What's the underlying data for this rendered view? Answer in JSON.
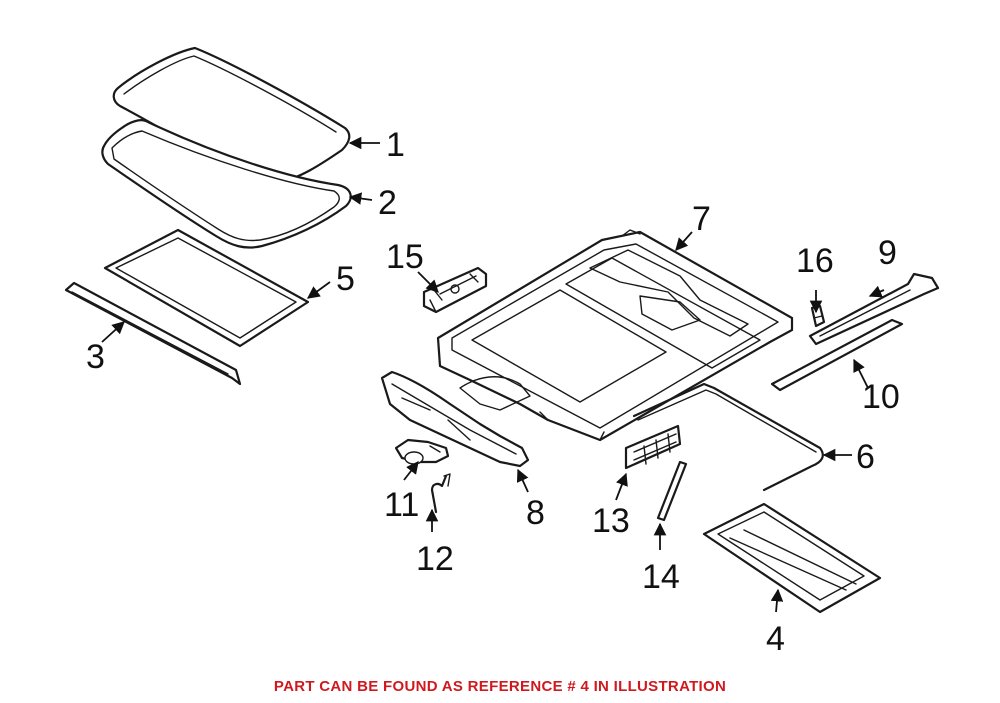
{
  "callouts": [
    "1",
    "2",
    "3",
    "4",
    "5",
    "6",
    "7",
    "8",
    "9",
    "10",
    "11",
    "12",
    "13",
    "14",
    "15",
    "16"
  ],
  "caption": "PART CAN BE FOUND AS REFERENCE # 4 IN ILLUSTRATION",
  "colors": {
    "caption": "#d0191e",
    "line": "#1a1a1a"
  }
}
